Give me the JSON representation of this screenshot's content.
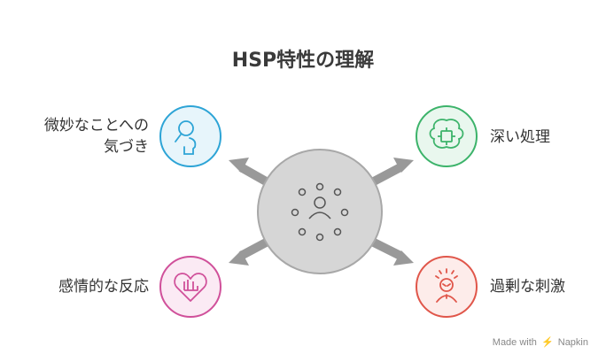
{
  "title": "HSP特性の理解",
  "items": {
    "top_left": {
      "line1": "微妙なことへの",
      "line2": "気づき",
      "icon": "person-head-icon",
      "color": "#2da4d6"
    },
    "top_right": {
      "label": "深い処理",
      "icon": "brain-circuit-icon",
      "color": "#3cb36a"
    },
    "bottom_left": {
      "label": "感情的な反応",
      "icon": "heart-icon",
      "color": "#d0509a"
    },
    "bottom_right": {
      "label": "過剰な刺激",
      "icon": "stressed-person-icon",
      "color": "#e0564a"
    }
  },
  "center": {
    "icon": "person-with-dots-icon"
  },
  "footer": {
    "text_made": "Made with",
    "brand": "Napkin"
  }
}
